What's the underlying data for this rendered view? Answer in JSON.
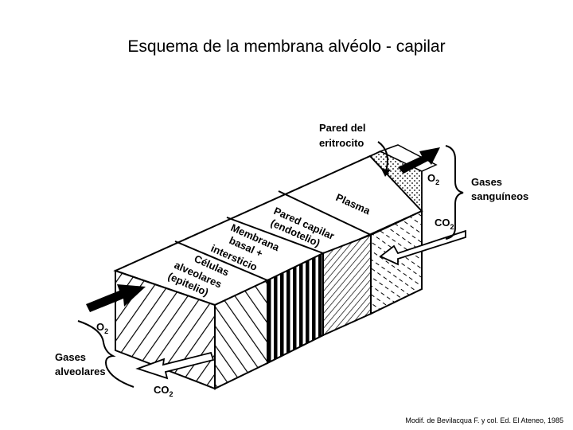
{
  "title": "Esquema de la membrana alvéolo - capilar",
  "credit": "Modif. de Bevilacqua F. y col. Ed. El Ateneo, 1985",
  "labels": {
    "pared_eritrocito_l1": "Pared del",
    "pared_eritrocito_l2": "eritrocito",
    "o2_right": "O",
    "o2_right_sub": "2",
    "co2_right": "CO",
    "co2_right_sub": "2",
    "gases_sanguineos_l1": "Gases",
    "gases_sanguineos_l2": "sanguíneos",
    "plasma": "Plasma",
    "pared_capilar_l1": "Pared capilar",
    "pared_capilar_l2": "(endotelio)",
    "membrana_l1": "Membrana",
    "membrana_l2": "basal +",
    "membrana_l3": "intersticio",
    "celulas_l1": "Células",
    "celulas_l2": "alveolares",
    "celulas_l3": "(epitelio)",
    "o2_left": "O",
    "o2_left_sub": "2",
    "gases_alveolares_l1": "Gases",
    "gases_alveolares_l2": "alveolares",
    "co2_left": "CO",
    "co2_left_sub": "2"
  },
  "colors": {
    "ink": "#000000",
    "background": "#ffffff"
  }
}
